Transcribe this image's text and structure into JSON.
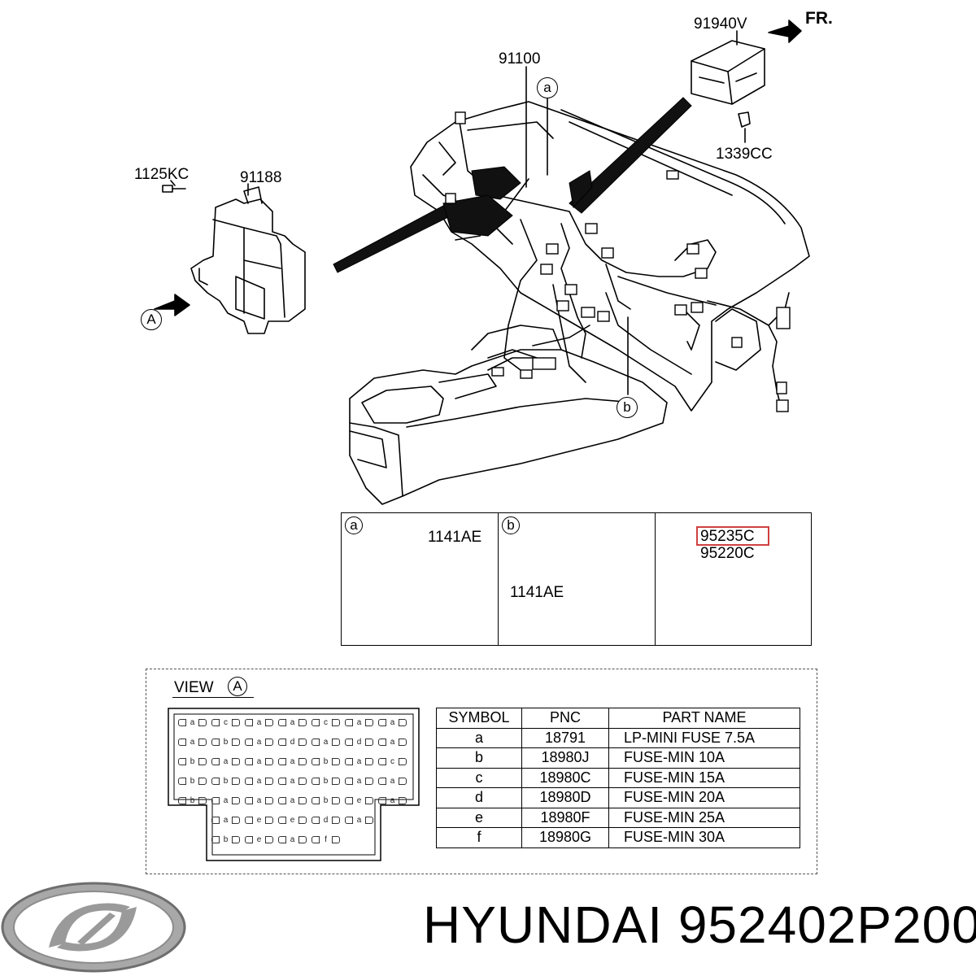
{
  "callouts": {
    "p91940v": "91940V",
    "fr": "FR.",
    "p91100": "91100",
    "circle_a": "a",
    "p1339cc": "1339CC",
    "p1125kc": "1125KC",
    "p91188": "91188",
    "circle_A": "A",
    "circle_b": "b"
  },
  "detail_panels": {
    "a": {
      "circle": "a",
      "part": "1141AE"
    },
    "b": {
      "circle": "b",
      "part": "1141AE"
    },
    "relay": {
      "part_highlight": "95235C",
      "part_other": "95220C"
    }
  },
  "view": {
    "title": "VIEW",
    "circle": "A",
    "fuse_rows": [
      [
        "a",
        "c",
        "a",
        "a",
        "c",
        "a",
        "a"
      ],
      [
        "a",
        "b",
        "a",
        "d",
        "a",
        "d",
        "a"
      ],
      [
        "b",
        "a",
        "a",
        "a",
        "b",
        "a",
        "c"
      ],
      [
        "b",
        "b",
        "a",
        "a",
        "b",
        "a",
        "a"
      ],
      [
        "b",
        "a",
        "a",
        "a",
        "b",
        "e",
        "a"
      ],
      [
        "a",
        "e",
        "e",
        "d",
        "a"
      ],
      [
        "b",
        "e",
        "a",
        "f"
      ]
    ]
  },
  "table": {
    "headers": [
      "SYMBOL",
      "PNC",
      "PART NAME"
    ],
    "rows": [
      [
        "a",
        "18791",
        "LP-MINI FUSE 7.5A"
      ],
      [
        "b",
        "18980J",
        "FUSE-MIN 10A"
      ],
      [
        "c",
        "18980C",
        "FUSE-MIN 15A"
      ],
      [
        "d",
        "18980D",
        "FUSE-MIN 20A"
      ],
      [
        "e",
        "18980F",
        "FUSE-MIN 25A"
      ],
      [
        "f",
        "18980G",
        "FUSE-MIN 30A"
      ]
    ]
  },
  "footer": {
    "brand": "HYUNDAI",
    "part_number": "952402P200"
  },
  "colors": {
    "highlight": "#d04040",
    "logo": "#9a9a9a"
  }
}
